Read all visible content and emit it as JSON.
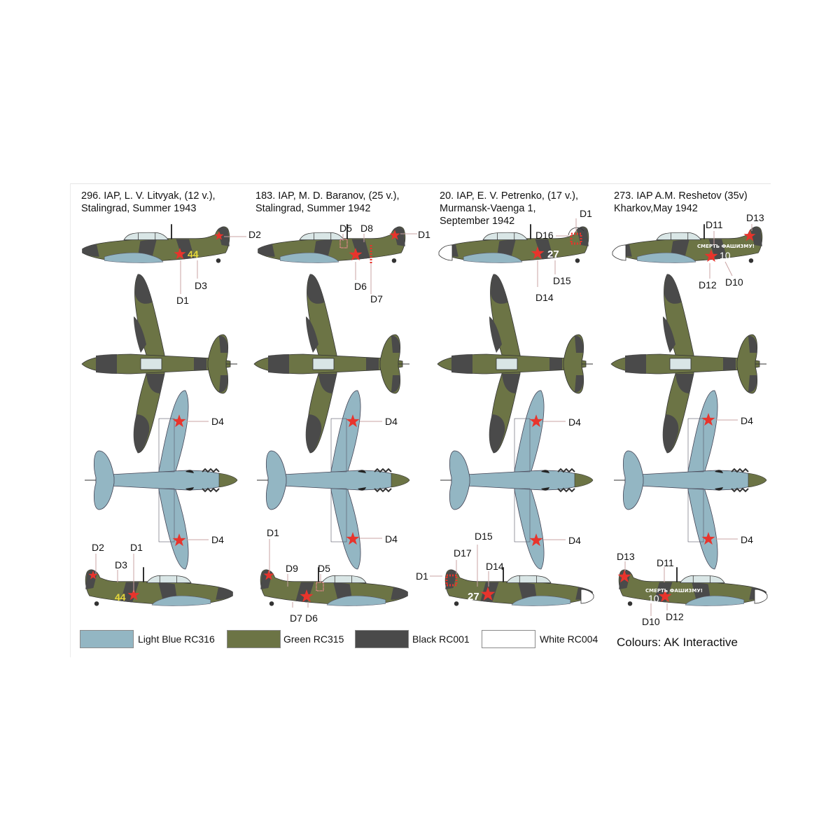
{
  "colors": {
    "light_blue": "#93b6c3",
    "green": "#6c7445",
    "black": "#4a4a4a",
    "white": "#ffffff",
    "red_star": "#e8342c",
    "yellow_number": "#e6d83a"
  },
  "columns": [
    {
      "title_line1": "296. IAP, L. V. Litvyak, (12 v.),",
      "title_line2": "Stalingrad, Summer 1943",
      "title_line3": "",
      "side_number": "44",
      "number_color": "yellow",
      "top_callouts": [
        "D2",
        "D3",
        "D1"
      ],
      "bottom_callouts": [
        "D4",
        "D4"
      ],
      "rear_callouts": [
        "D2",
        "D3",
        "D1"
      ]
    },
    {
      "title_line1": "183. IAP, M. D. Baranov, (25 v.),",
      "title_line2": "Stalingrad, Summer 1942",
      "title_line3": "",
      "side_number": "",
      "number_color": "",
      "top_callouts": [
        "D5",
        "D8",
        "D1",
        "D6",
        "D7"
      ],
      "bottom_callouts": [
        "D4",
        "D4"
      ],
      "rear_callouts": [
        "D1",
        "D9",
        "D5",
        "D7",
        "D6"
      ]
    },
    {
      "title_line1": "20. IAP, E. V. Petrenko, (17 v.),",
      "title_line2": "Murmansk-Vaenga 1,",
      "title_line3": "September 1942",
      "side_number": "27",
      "number_color": "white",
      "top_callouts": [
        "D1",
        "D16",
        "D15",
        "D14"
      ],
      "bottom_callouts": [
        "D4",
        "D4"
      ],
      "rear_callouts": [
        "D15",
        "D17",
        "D14",
        "D1"
      ]
    },
    {
      "title_line1": "273. IAP A.M. Reshetov (35v)",
      "title_line2": "Kharkov,May 1942",
      "title_line3": "",
      "side_number": "10",
      "number_color": "white",
      "slogan": "СМЕРТЬ ФАШИЗМУ!",
      "top_callouts": [
        "D11",
        "D13",
        "D12",
        "D10"
      ],
      "bottom_callouts": [
        "D4",
        "D4"
      ],
      "rear_callouts": [
        "D13",
        "D11",
        "D10",
        "D12"
      ]
    }
  ],
  "legend": [
    {
      "label": "Light Blue RC316",
      "color": "#93b6c3"
    },
    {
      "label": "Green RC315",
      "color": "#6c7445"
    },
    {
      "label": "Black RC001",
      "color": "#4a4a4a"
    },
    {
      "label": "White RC004",
      "color": "#ffffff"
    }
  ],
  "credits": "Colours: AK Interactive"
}
